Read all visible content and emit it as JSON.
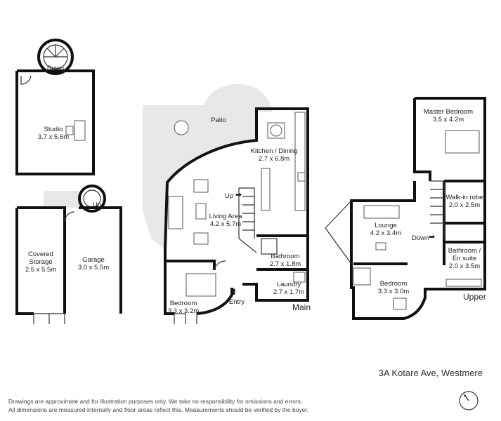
{
  "rooms": {
    "studio": {
      "name": "Studio",
      "size": "3.7 x 5.6m"
    },
    "covered_storage": {
      "name_line1": "Covered",
      "name_line2": "Storage",
      "size": "2.5 x 5.5m"
    },
    "garage": {
      "name": "Garage",
      "size": "3.0 x 5.5m"
    },
    "patio": {
      "name": "Patio"
    },
    "kitchen_dining": {
      "name": "Kitchen / Dining",
      "size": "2.7 x 6.8m"
    },
    "living_area": {
      "name": "Living Area",
      "size": "4.2 x 5.7m"
    },
    "bathroom_main": {
      "name": "Bathroom",
      "size": "2.7 x 1.8m"
    },
    "laundry": {
      "name": "Laundry",
      "size": "2.7 x 1.7m"
    },
    "bedroom_main": {
      "name": "Bedroom",
      "size": "3.3 x 3.2m"
    },
    "entry": {
      "name": "Entry"
    },
    "master_bedroom": {
      "name": "Master Bedroom",
      "size": "3.5 x 4.2m"
    },
    "walk_in_robe": {
      "name": "Walk-in robe",
      "size": "2.0 x 2.5m"
    },
    "lounge": {
      "name": "Lounge",
      "size": "4.2 x 3.4m"
    },
    "bathroom_ensuite": {
      "name_line1": "Bathroom /",
      "name_line2": "En suite",
      "size": "2.0 x 3.5m"
    },
    "bedroom_upper": {
      "name": "Bedroom",
      "size": "3.3 x 3.0m"
    }
  },
  "stairs": {
    "studio_down": "Down",
    "garage_up": "Up",
    "main_up": "Up",
    "upper_down": "Down"
  },
  "levels": {
    "main": "Main",
    "upper": "Upper"
  },
  "address": "3A Kotare Ave, Westmere",
  "disclaimer": {
    "line1": "Drawings are approximate and for illustration purposes only. We take no responsibility for omissions and errors.",
    "line2": "All dimensions are measured internally and floor areas reflect this. Measurements should be verified by the buyer."
  },
  "colors": {
    "wall": "#111111",
    "patio": "#e8e8e8",
    "text": "#222222"
  },
  "icons": [
    "compass-icon",
    "stair-arrow-icon"
  ]
}
